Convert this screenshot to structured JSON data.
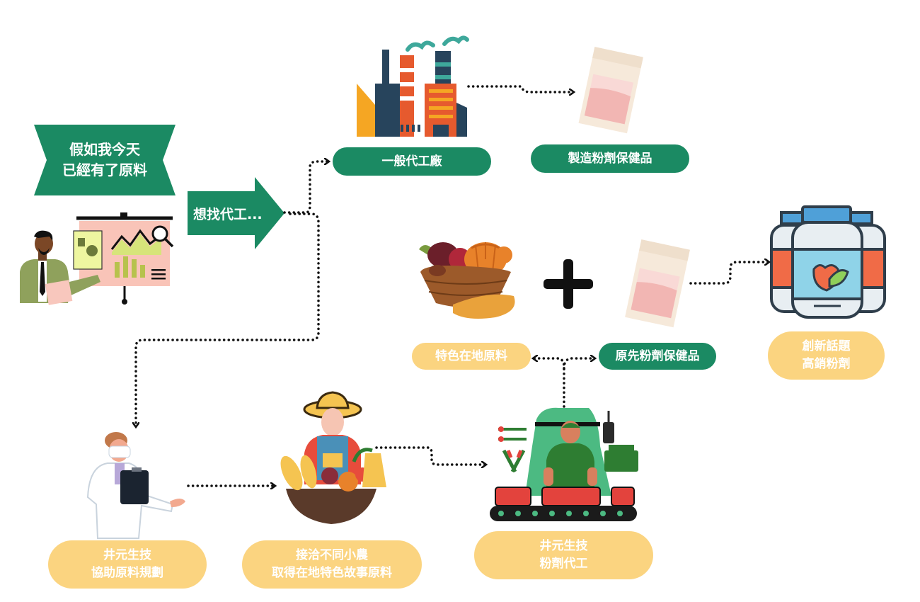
{
  "colors": {
    "green": "#1b8a63",
    "yellow": "#fbd480",
    "white": "#ffffff",
    "connector": "#111111"
  },
  "banner": {
    "line1": "假如我今天",
    "line2": "已經有了原料"
  },
  "find_oem_arrow": {
    "label": "想找代工..."
  },
  "top_row": {
    "general_factory": "一般代工廠",
    "manufacture_product": "製造粉劑保健品"
  },
  "middle_row": {
    "local_materials": "特色在地原料",
    "original_product": "原先粉劑保健品",
    "innovative": {
      "line1": "創新話題",
      "line2": "高銷粉劑"
    }
  },
  "bottom_row": {
    "planning": {
      "line1": "井元生技",
      "line2": "協助原料規劃"
    },
    "farmers": {
      "line1": "接洽不同小農",
      "line2": "取得在地特色故事原料"
    },
    "oem": {
      "line1": "井元生技",
      "line2": "粉劑代工"
    }
  },
  "icons": [
    "presenter-icon",
    "factory-icon",
    "powder-bag-icon",
    "vegetable-basket-icon",
    "plus-icon",
    "supplement-bottles-icon",
    "doctor-icon",
    "farmer-icon",
    "production-line-icon"
  ]
}
